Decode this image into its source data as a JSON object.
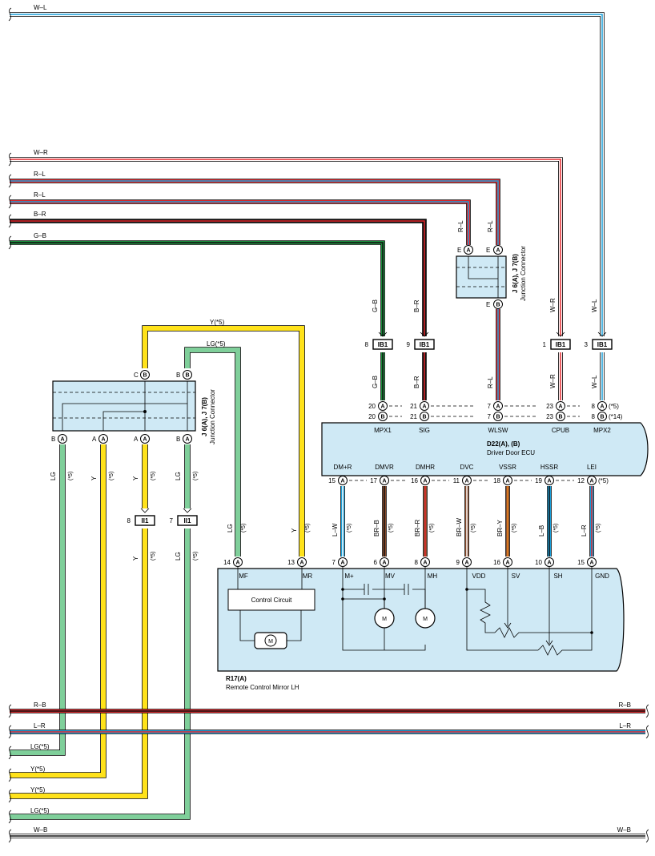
{
  "colors": {
    "white": "#ffffff",
    "blue": "#1a9fd9",
    "red": "#e3262b",
    "black": "#111111",
    "green": "#1a8f3c",
    "yellow": "#ffe21a",
    "lightgreen": "#7fcf9a",
    "brown": "#8a4b2a",
    "orange": "#f08a1c",
    "component_fill": "#cfe9f5"
  },
  "top_wires": [
    {
      "label": "W–L"
    },
    {
      "label": "W–R"
    },
    {
      "label": "R–L"
    },
    {
      "label": "R–L"
    },
    {
      "label": "B–R"
    },
    {
      "label": "G–B"
    }
  ],
  "bottom_wires": [
    {
      "left": "R–B",
      "right": "R–B"
    },
    {
      "left": "L–R",
      "right": "L–R"
    },
    {
      "left": "LG(*5)"
    },
    {
      "left": "Y(*5)"
    },
    {
      "left": "Y(*5)"
    },
    {
      "left": "LG(*5)"
    },
    {
      "left": "W–B",
      "right": "W–B"
    }
  ],
  "junction_right": {
    "name": "J 6(A), J 7(B)",
    "desc": "Junction Connector",
    "pins_top": [
      {
        "term": "E",
        "pin": "A"
      },
      {
        "term": "E",
        "pin": "A"
      }
    ],
    "pin_bottom": {
      "term": "E",
      "pin": "B"
    },
    "wires_in": [
      "R–L",
      "R–L"
    ],
    "wire_out": "R–L"
  },
  "junction_left": {
    "name": "J 6(A), J 7(B)",
    "desc": "Junction Connector",
    "pins_top": [
      {
        "term": "C",
        "pin": "B"
      },
      {
        "term": "B",
        "pin": "B"
      }
    ],
    "pins_bottom": [
      {
        "term": "B",
        "pin": "A"
      },
      {
        "term": "A",
        "pin": "A"
      },
      {
        "term": "A",
        "pin": "A"
      },
      {
        "term": "B",
        "pin": "A"
      }
    ]
  },
  "ib1_connectors": [
    {
      "num": "8",
      "name": "IB1",
      "wire_top": "G–B",
      "wire_bottom": "G–B"
    },
    {
      "num": "9",
      "name": "IB1",
      "wire_top": "B–R",
      "wire_bottom": "B–R"
    },
    {
      "num": "1",
      "name": "IB1",
      "wire_top": "W–R",
      "wire_bottom": "W–R"
    },
    {
      "num": "3",
      "name": "IB1",
      "wire_top": "W–L",
      "wire_bottom": "W–L"
    }
  ],
  "ii1_connectors": [
    {
      "num": "8",
      "name": "II1"
    },
    {
      "num": "7",
      "name": "II1"
    }
  ],
  "wire_labels_mid": {
    "y_top": "Y(*5)",
    "lg_top": "LG(*5)",
    "left_vertical": [
      "LG",
      "(*5)",
      "Y",
      "(*5)",
      "Y",
      "(*5)",
      "LG",
      "(*5)"
    ],
    "lower_vertical": [
      "Y",
      "(*5)",
      "LG",
      "(*5)"
    ],
    "to_mirror": [
      "LG",
      "(*5)",
      "Y",
      "(*5)"
    ]
  },
  "ecu": {
    "name": "D22(A), (B)",
    "desc": "Driver Door ECU",
    "top_pins": [
      {
        "a": "20",
        "b": "20",
        "label": "MPX1"
      },
      {
        "a": "21",
        "b": "21",
        "label": "SIG"
      },
      {
        "a": "7",
        "b": "7",
        "label": "WLSW"
      },
      {
        "a": "23",
        "b": "23",
        "label": "CPUB"
      },
      {
        "a": "8",
        "b": "8",
        "label": "MPX2",
        "note_a": "(*5)",
        "note_b": "(*14)"
      }
    ],
    "bottom_pins": [
      {
        "num": "15",
        "label": "DM+R"
      },
      {
        "num": "17",
        "label": "DMVR"
      },
      {
        "num": "16",
        "label": "DMHR"
      },
      {
        "num": "11",
        "label": "DVC"
      },
      {
        "num": "18",
        "label": "VSSR"
      },
      {
        "num": "19",
        "label": "HSSR"
      },
      {
        "num": "12",
        "label": "LEI",
        "note": "(*5)"
      }
    ]
  },
  "ecu_mirror_wires": [
    {
      "color": "L–W"
    },
    {
      "color": "BR–B"
    },
    {
      "color": "BR–R"
    },
    {
      "color": "BR–W"
    },
    {
      "color": "BR–Y"
    },
    {
      "color": "L–B"
    },
    {
      "color": "L–R"
    }
  ],
  "mirror": {
    "name": "R17(A)",
    "desc": "Remote Control Mirror LH",
    "control_circuit": "Control Circuit",
    "motor": "M",
    "pins": [
      {
        "num": "14",
        "label": "MF"
      },
      {
        "num": "13",
        "label": "MR"
      },
      {
        "num": "7",
        "label": "M+"
      },
      {
        "num": "6",
        "label": "MV"
      },
      {
        "num": "8",
        "label": "MH"
      },
      {
        "num": "9",
        "label": "VDD"
      },
      {
        "num": "16",
        "label": "SV"
      },
      {
        "num": "10",
        "label": "SH"
      },
      {
        "num": "15",
        "label": "GND"
      }
    ],
    "pin_letter": "A"
  },
  "star5": "(*5)"
}
